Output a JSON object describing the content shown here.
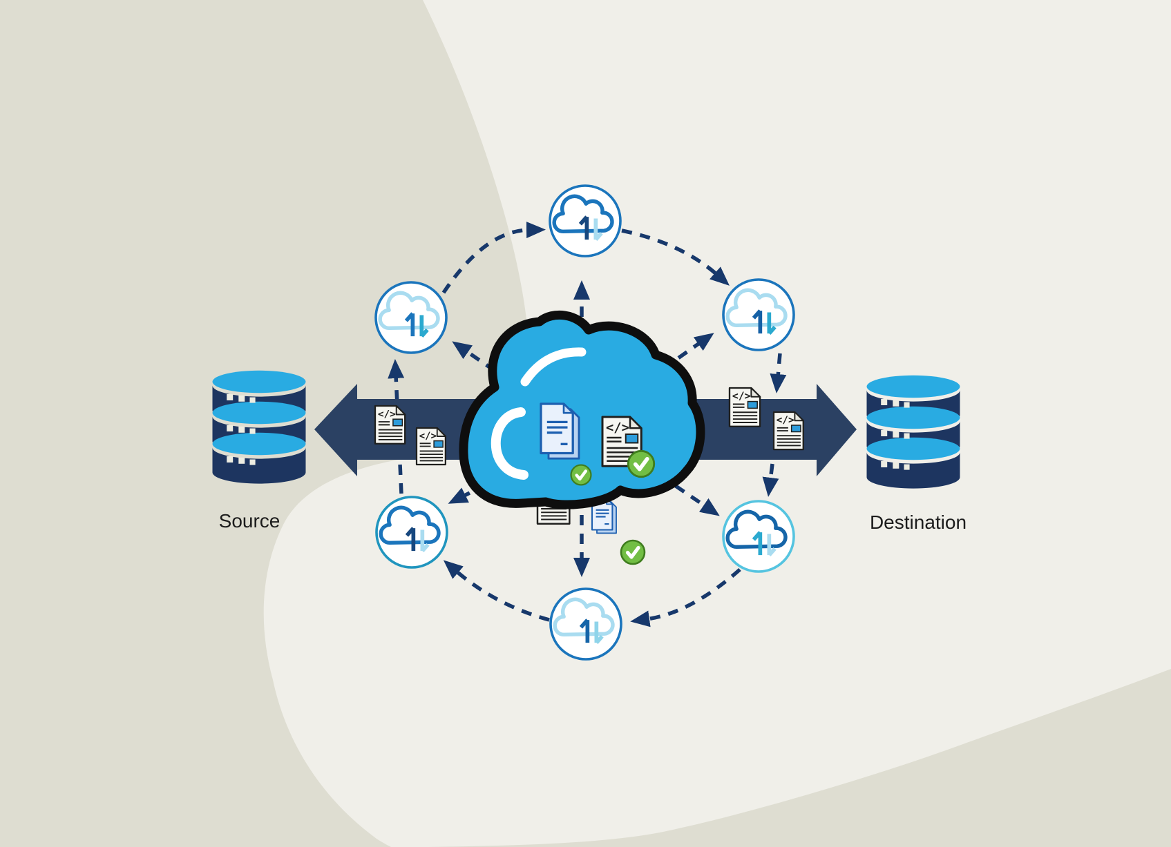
{
  "diagram": {
    "labels": {
      "source": "Source",
      "destination": "Destination"
    },
    "glyphs": {
      "code": "</>"
    },
    "nodes": {
      "center": "sync-cloud",
      "orbit_clouds": [
        "top",
        "top-right",
        "bottom-right",
        "bottom",
        "bottom-left",
        "top-left"
      ],
      "endpoints": [
        "source-database",
        "destination-database"
      ]
    },
    "colors": {
      "background_dark": "#DEDDD1",
      "background_light": "#F0EFE9",
      "ribbon_navy": "#2B4163",
      "database_navy": "#1D3560",
      "dash_navy": "#17386B",
      "cyan": "#29ABE2",
      "ring_blue": "#1B75BC",
      "ring_teal": "#2095BE",
      "ring_light_cyan": "#55C4E0",
      "cloud_light": "#A9DCF0",
      "arrow_dark_blue": "#17477E",
      "arrow_teal": "#2BA9CF",
      "doc_outline": "#20201E",
      "doc_blue_rect": "#2D9CDB",
      "blue_doc_border": "#1D5FB0",
      "blue_doc_fill": "#E9F1FC",
      "check_green": "#72BE44",
      "check_green_border": "#3F7D1E",
      "cloud_outline_black": "#0E0E0E",
      "label_text": "#1C1C1C"
    }
  }
}
